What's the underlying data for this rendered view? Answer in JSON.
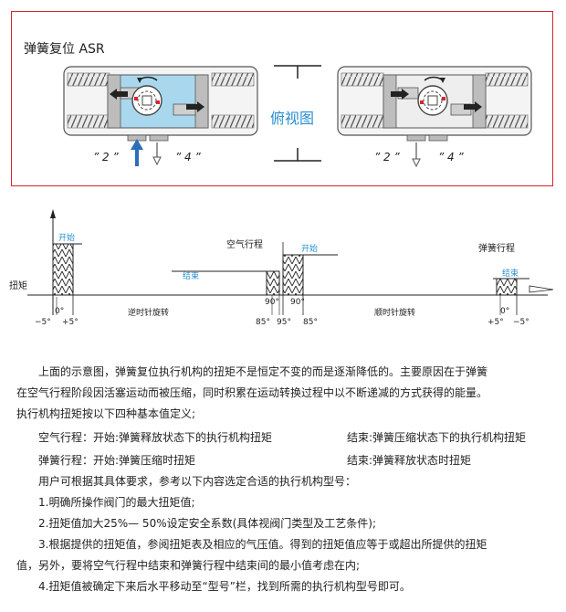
{
  "asr_box": {
    "title": "弹簧复位 ASR",
    "top_view_label": "俯视图",
    "left_port_2": "” 2 ”",
    "left_port_4": "” 4 ”",
    "right_port_2": "” 2 ”",
    "right_port_4": "” 4 ”",
    "border_color": "#d9232d",
    "fluid_color": "#a9d8ee"
  },
  "torque_diagram": {
    "y_label": "扭矩",
    "start_1": "开始",
    "air_stroke": "空气行程",
    "end_1": "结束",
    "start_2": "开始",
    "spring_stroke": "弹簧行程",
    "end_2": "结束",
    "ccw": "逆时针旋转",
    "cw": "顺时针旋转",
    "ticks": {
      "t0": "0°",
      "tm5": "−5°",
      "tp5": "+5°",
      "t90a": "90°",
      "t85a": "85°",
      "t90b": "90°",
      "t95": "95°",
      "t85b": "85°",
      "t0b": "0°",
      "tp5b": "+5°",
      "tm5b": "−5°"
    }
  },
  "text": {
    "p1_l1": "上面的示意图，弹簧复位执行机构的扭矩不是恒定不变的而是逐渐降低的。主要原因在于弹簧",
    "p1_l2": "在空气行程阶段因活塞运动而被压缩，同时积累在运动转换过程中以不断递减的方式获得的能量。",
    "p1_l3": "执行机构扭矩按以下四种基本值定义;",
    "air_row_left": "空气行程：开始:弹簧释放状态下的执行机构扭矩",
    "air_row_right": "结束:弹簧压缩状态下的执行机构扭矩",
    "spring_row_left": "弹簧行程：开始:弹簧压缩时扭矩",
    "spring_row_right": "结束:弹簧释放状态时扭矩",
    "select_intro": "用户可根据其具体要求，参考以下内容选定合适的执行机构型号：",
    "step1": "1.明确所操作阀门的最大扭矩值;",
    "step2": "2.扭矩值加大25%— 50%设定安全系数(具体视阀门类型及工艺条件);",
    "step3_l1": "3.根据提供的扭矩值，参阅扭矩表及相应的气压值。得到的扭矩值应等于或超出所提供的扭矩",
    "step3_l2": "值，另外，要将空气行程中结束和弹簧行程中结束间的最小值考虑在内;",
    "step4": "4.扭矩值被确定下来后水平移动至“型号”栏，找到所需的执行机构型号即可。"
  }
}
